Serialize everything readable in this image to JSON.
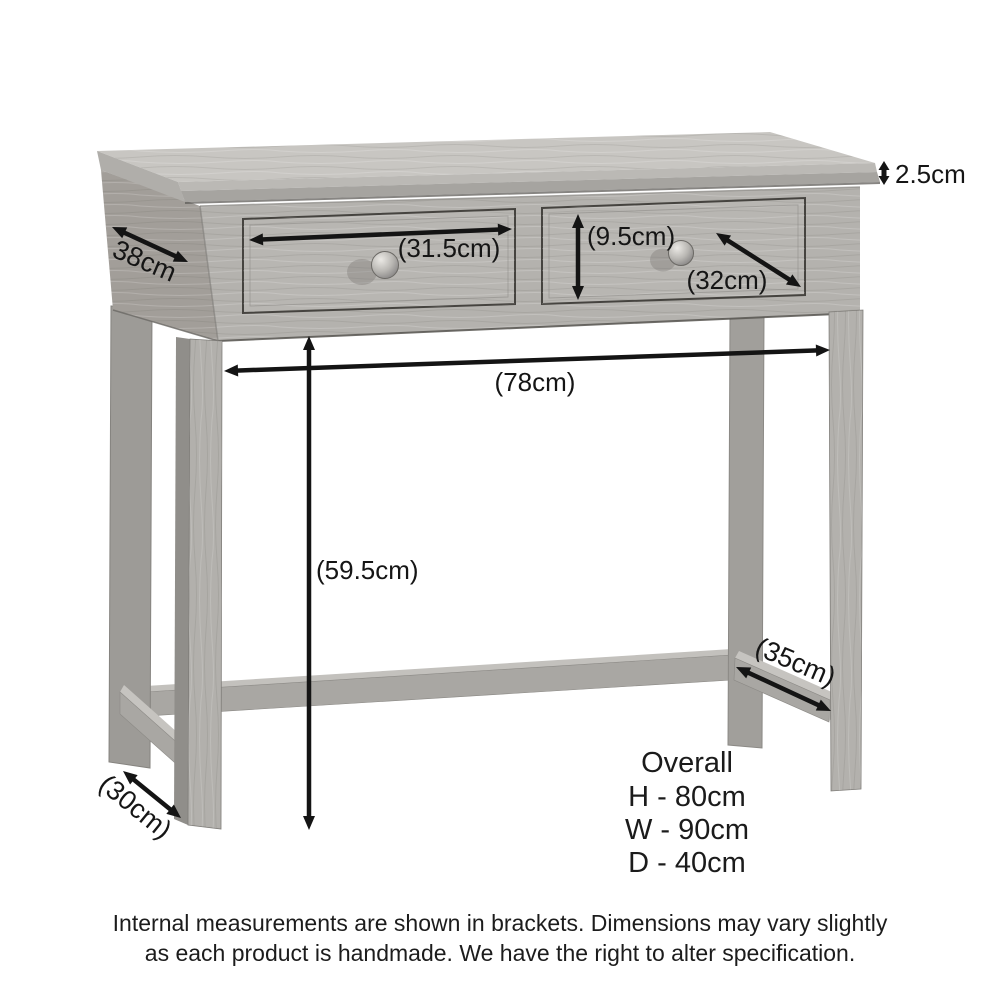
{
  "page": {
    "background": "#ffffff"
  },
  "diagram": {
    "type": "furniture-dimension-diagram",
    "subject": "two drawer console table",
    "colors": {
      "annotation": "#151515",
      "wood_light": "#c8c6c2",
      "wood_mid": "#b4b2ae",
      "wood_dark": "#9d9b97",
      "background": "#ffffff"
    },
    "dimensions": {
      "top_thickness": "2.5cm",
      "side_depth": "38cm",
      "left_drawer_width": "(31.5cm)",
      "drawer_height": "(9.5cm)",
      "right_drawer_width": "(32cm)",
      "inner_width": "(78cm)",
      "underframe_height": "(59.5cm)",
      "right_stretcher_depth": "(35cm)",
      "left_stretcher_depth": "(30cm)"
    },
    "overall": {
      "title": "Overall",
      "lines": [
        "H - 80cm",
        "W - 90cm",
        "D - 40cm"
      ]
    },
    "footer": {
      "line1": "Internal measurements are shown in brackets. Dimensions may vary slightly",
      "line2": "as each product is handmade. We have the right to alter specification."
    }
  }
}
